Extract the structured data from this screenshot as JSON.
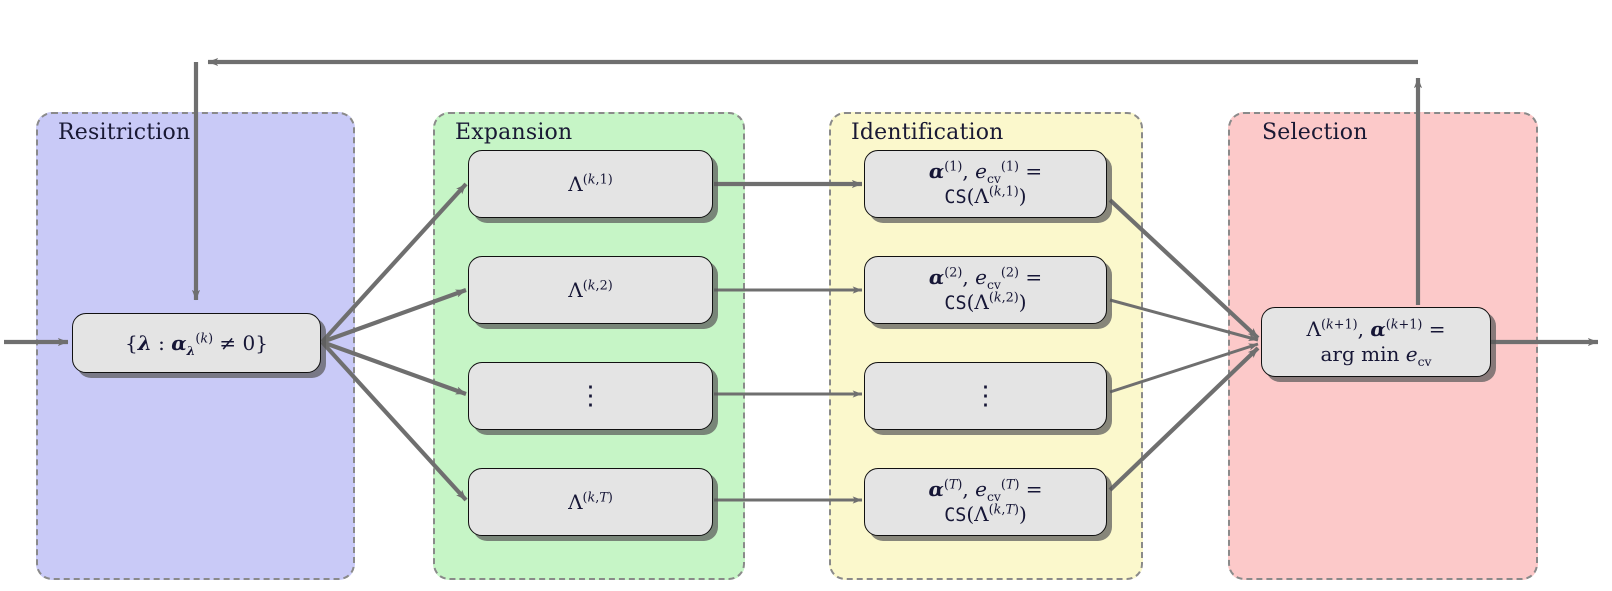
{
  "figure": {
    "type": "flow-diagram",
    "title": "",
    "background": "#ffffff",
    "arrow_color": "#6f6f6f",
    "node_fill": "#e4e4e4",
    "node_stroke": "#111111"
  },
  "stages": [
    {
      "key": "restriction",
      "label": "Resitriction",
      "color": "#c9caf7",
      "border": "#8a8a8a",
      "nodes": [
        {
          "key": "lambda-support",
          "label": "{ λ : αλ^(k) ≠ 0 }"
        }
      ]
    },
    {
      "key": "expansion",
      "label": "Expansion",
      "color": "#c6f5c6",
      "border": "#8a8a8a",
      "nodes": [
        {
          "key": "lambda-k1",
          "label": "Λ^(k,1)"
        },
        {
          "key": "lambda-k2",
          "label": "Λ^(k,2)"
        },
        {
          "key": "lambda-vdots",
          "label": "⋮"
        },
        {
          "key": "lambda-kT",
          "label": "Λ^(k,T)"
        }
      ]
    },
    {
      "key": "identification",
      "label": "Identification",
      "color": "#fbf8cc",
      "border": "#8a8a8a",
      "nodes": [
        {
          "key": "cs-1",
          "label": "α^(1), e_cv^(1) = CS(Λ^(k,1))"
        },
        {
          "key": "cs-2",
          "label": "α^(2), e_cv^(2) = CS(Λ^(k,2))"
        },
        {
          "key": "cs-vdots",
          "label": "⋮"
        },
        {
          "key": "cs-T",
          "label": "α^(T), e_cv^(T) = CS(Λ^(k,T))"
        }
      ]
    },
    {
      "key": "selection",
      "label": "Selection",
      "color": "#fcc9c9",
      "border": "#8a8a8a",
      "nodes": [
        {
          "key": "argmin",
          "label": "Λ^(k+1), α^(k+1) = arg min e_cv"
        }
      ]
    }
  ],
  "edges": [
    {
      "key": "input-arrow",
      "from": "external-input",
      "to": "lambda-support"
    },
    {
      "key": "fanout-1",
      "from": "lambda-support",
      "to": "lambda-k1"
    },
    {
      "key": "fanout-2",
      "from": "lambda-support",
      "to": "lambda-k2"
    },
    {
      "key": "fanout-3",
      "from": "lambda-support",
      "to": "lambda-vdots"
    },
    {
      "key": "fanout-4",
      "from": "lambda-support",
      "to": "lambda-kT"
    },
    {
      "key": "pair-1",
      "from": "lambda-k1",
      "to": "cs-1"
    },
    {
      "key": "pair-2",
      "from": "lambda-k2",
      "to": "cs-2"
    },
    {
      "key": "pair-3",
      "from": "lambda-vdots",
      "to": "cs-vdots"
    },
    {
      "key": "pair-4",
      "from": "lambda-kT",
      "to": "cs-T"
    },
    {
      "key": "fanin-1",
      "from": "cs-1",
      "to": "argmin"
    },
    {
      "key": "fanin-2",
      "from": "cs-2",
      "to": "argmin"
    },
    {
      "key": "fanin-3",
      "from": "cs-vdots",
      "to": "argmin"
    },
    {
      "key": "fanin-4",
      "from": "cs-T",
      "to": "argmin"
    },
    {
      "key": "output-arrow",
      "from": "argmin",
      "to": "external-output"
    },
    {
      "key": "feedback-loop",
      "from": "argmin",
      "to": "lambda-support"
    }
  ]
}
